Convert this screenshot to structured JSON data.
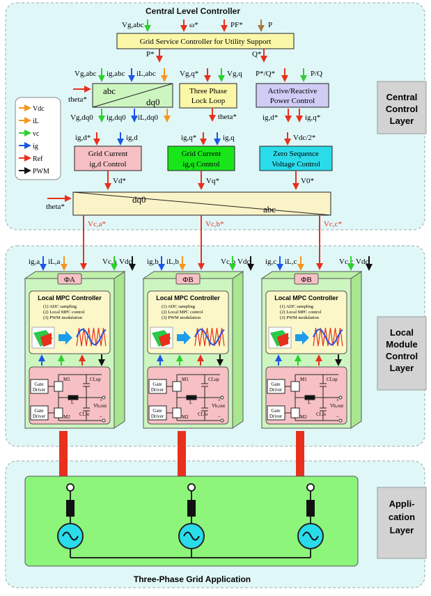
{
  "central": {
    "title": "Central Level Controller",
    "top_inputs": {
      "vgabc": "Vg,abc",
      "omega": "ω*",
      "pf": "PF*",
      "p": "P"
    },
    "gsc": "Grid Service Controller for Utility Support",
    "p_star": "P*",
    "q_star": "Q*",
    "abc_in": {
      "vgabc": "Vg,abc",
      "igabc": "ig,abc",
      "ilabc": "iL,abc"
    },
    "abc_dq0": {
      "abc": "abc",
      "dq0": "dq0"
    },
    "dq0_out": {
      "vgdq0": "Vg,dq0",
      "igdq0": "ig,dq0",
      "ildq0": "iL,dq0"
    },
    "theta_in1": "theta*",
    "pll_in": {
      "vgq_star": "Vg,q*",
      "vgq": "Vg,q"
    },
    "pll": {
      "l1": "Three Phase",
      "l2": "Lock Loop"
    },
    "theta_out": "theta*",
    "pq_in": {
      "pqstar": "P*/Q*",
      "pq": "P/Q"
    },
    "pq": {
      "l1": "Active/Reactive",
      "l2": "Power Control"
    },
    "pq_out": {
      "igd": "ig,d*",
      "igq": "ig,q*"
    },
    "gcd_in": {
      "igd_star": "ig,d*",
      "igd": "ig,d"
    },
    "gcd": {
      "l1": "Grid Current",
      "l2": "ig,d Control"
    },
    "vd": "Vd*",
    "gcq_in": {
      "igq_star": "ig,q*",
      "igq": "ig,q"
    },
    "gcq": {
      "l1": "Grid Current",
      "l2": "ig,q Control"
    },
    "vq": "Vq*",
    "zs_in": "Vdc/2*",
    "zs": {
      "l1": "Zero Sequence",
      "l2": "Voltage Control"
    },
    "v0": "V0*",
    "inv": {
      "dq0": "dq0",
      "abc": "abc"
    },
    "theta_in2": "theta*",
    "out": {
      "a": "Vc,a*",
      "b": "Vc,b*",
      "c": "Vc,c*"
    }
  },
  "legend": [
    "Vdc",
    "iL",
    "vc",
    "ig",
    "Ref",
    "PWM"
  ],
  "layers": {
    "central": [
      "Central",
      "Control",
      "Layer"
    ],
    "local": [
      "Local",
      "Module",
      "Control",
      "Layer"
    ],
    "app": [
      "Appli-",
      "cation",
      "Layer"
    ]
  },
  "modules": [
    {
      "phase": "ΦA",
      "inputs": [
        "ig,a",
        "iL,a",
        "Vc,a",
        "Vdc"
      ]
    },
    {
      "phase": "ΦB",
      "inputs": [
        "ig,b",
        "iL,b",
        "Vc,b",
        "Vdc"
      ]
    },
    {
      "phase": "ΦB",
      "inputs": [
        "ig,c",
        "iL,c",
        "Vc,c",
        "Vdc"
      ]
    }
  ],
  "module_common": {
    "title": "Local MPC Controller",
    "steps": [
      "(1) ADC sampling",
      "(2) Local MPC control",
      "(3) PWM modulation"
    ],
    "gate": [
      "Gate",
      "Driver"
    ],
    "m1": "M1",
    "m2": "M2",
    "cfup": "Cf,up",
    "cflo": "Cf,lo",
    "l": "L",
    "vbout": "Vb,out",
    "plus": "+",
    "minus": "–"
  },
  "app": {
    "title": "Three-Phase Grid Application"
  },
  "colors": {
    "panel": "#e0f7f8",
    "green_box": "#cdf5c0",
    "pink": "#f7c0c4",
    "yellow": "#fbf7a8",
    "purple": "#cfcdf5",
    "green_bright": "#19e619",
    "cyan": "#2adcea",
    "inv_yellow": "#fbf3c8",
    "red": "#e8301c",
    "green_arrow": "#2cd12c",
    "orange": "#f5961e",
    "blue": "#1c57e8",
    "brown": "#a67840",
    "layer_gray": "#d3d3d3",
    "grid_green": "#8df57a"
  }
}
